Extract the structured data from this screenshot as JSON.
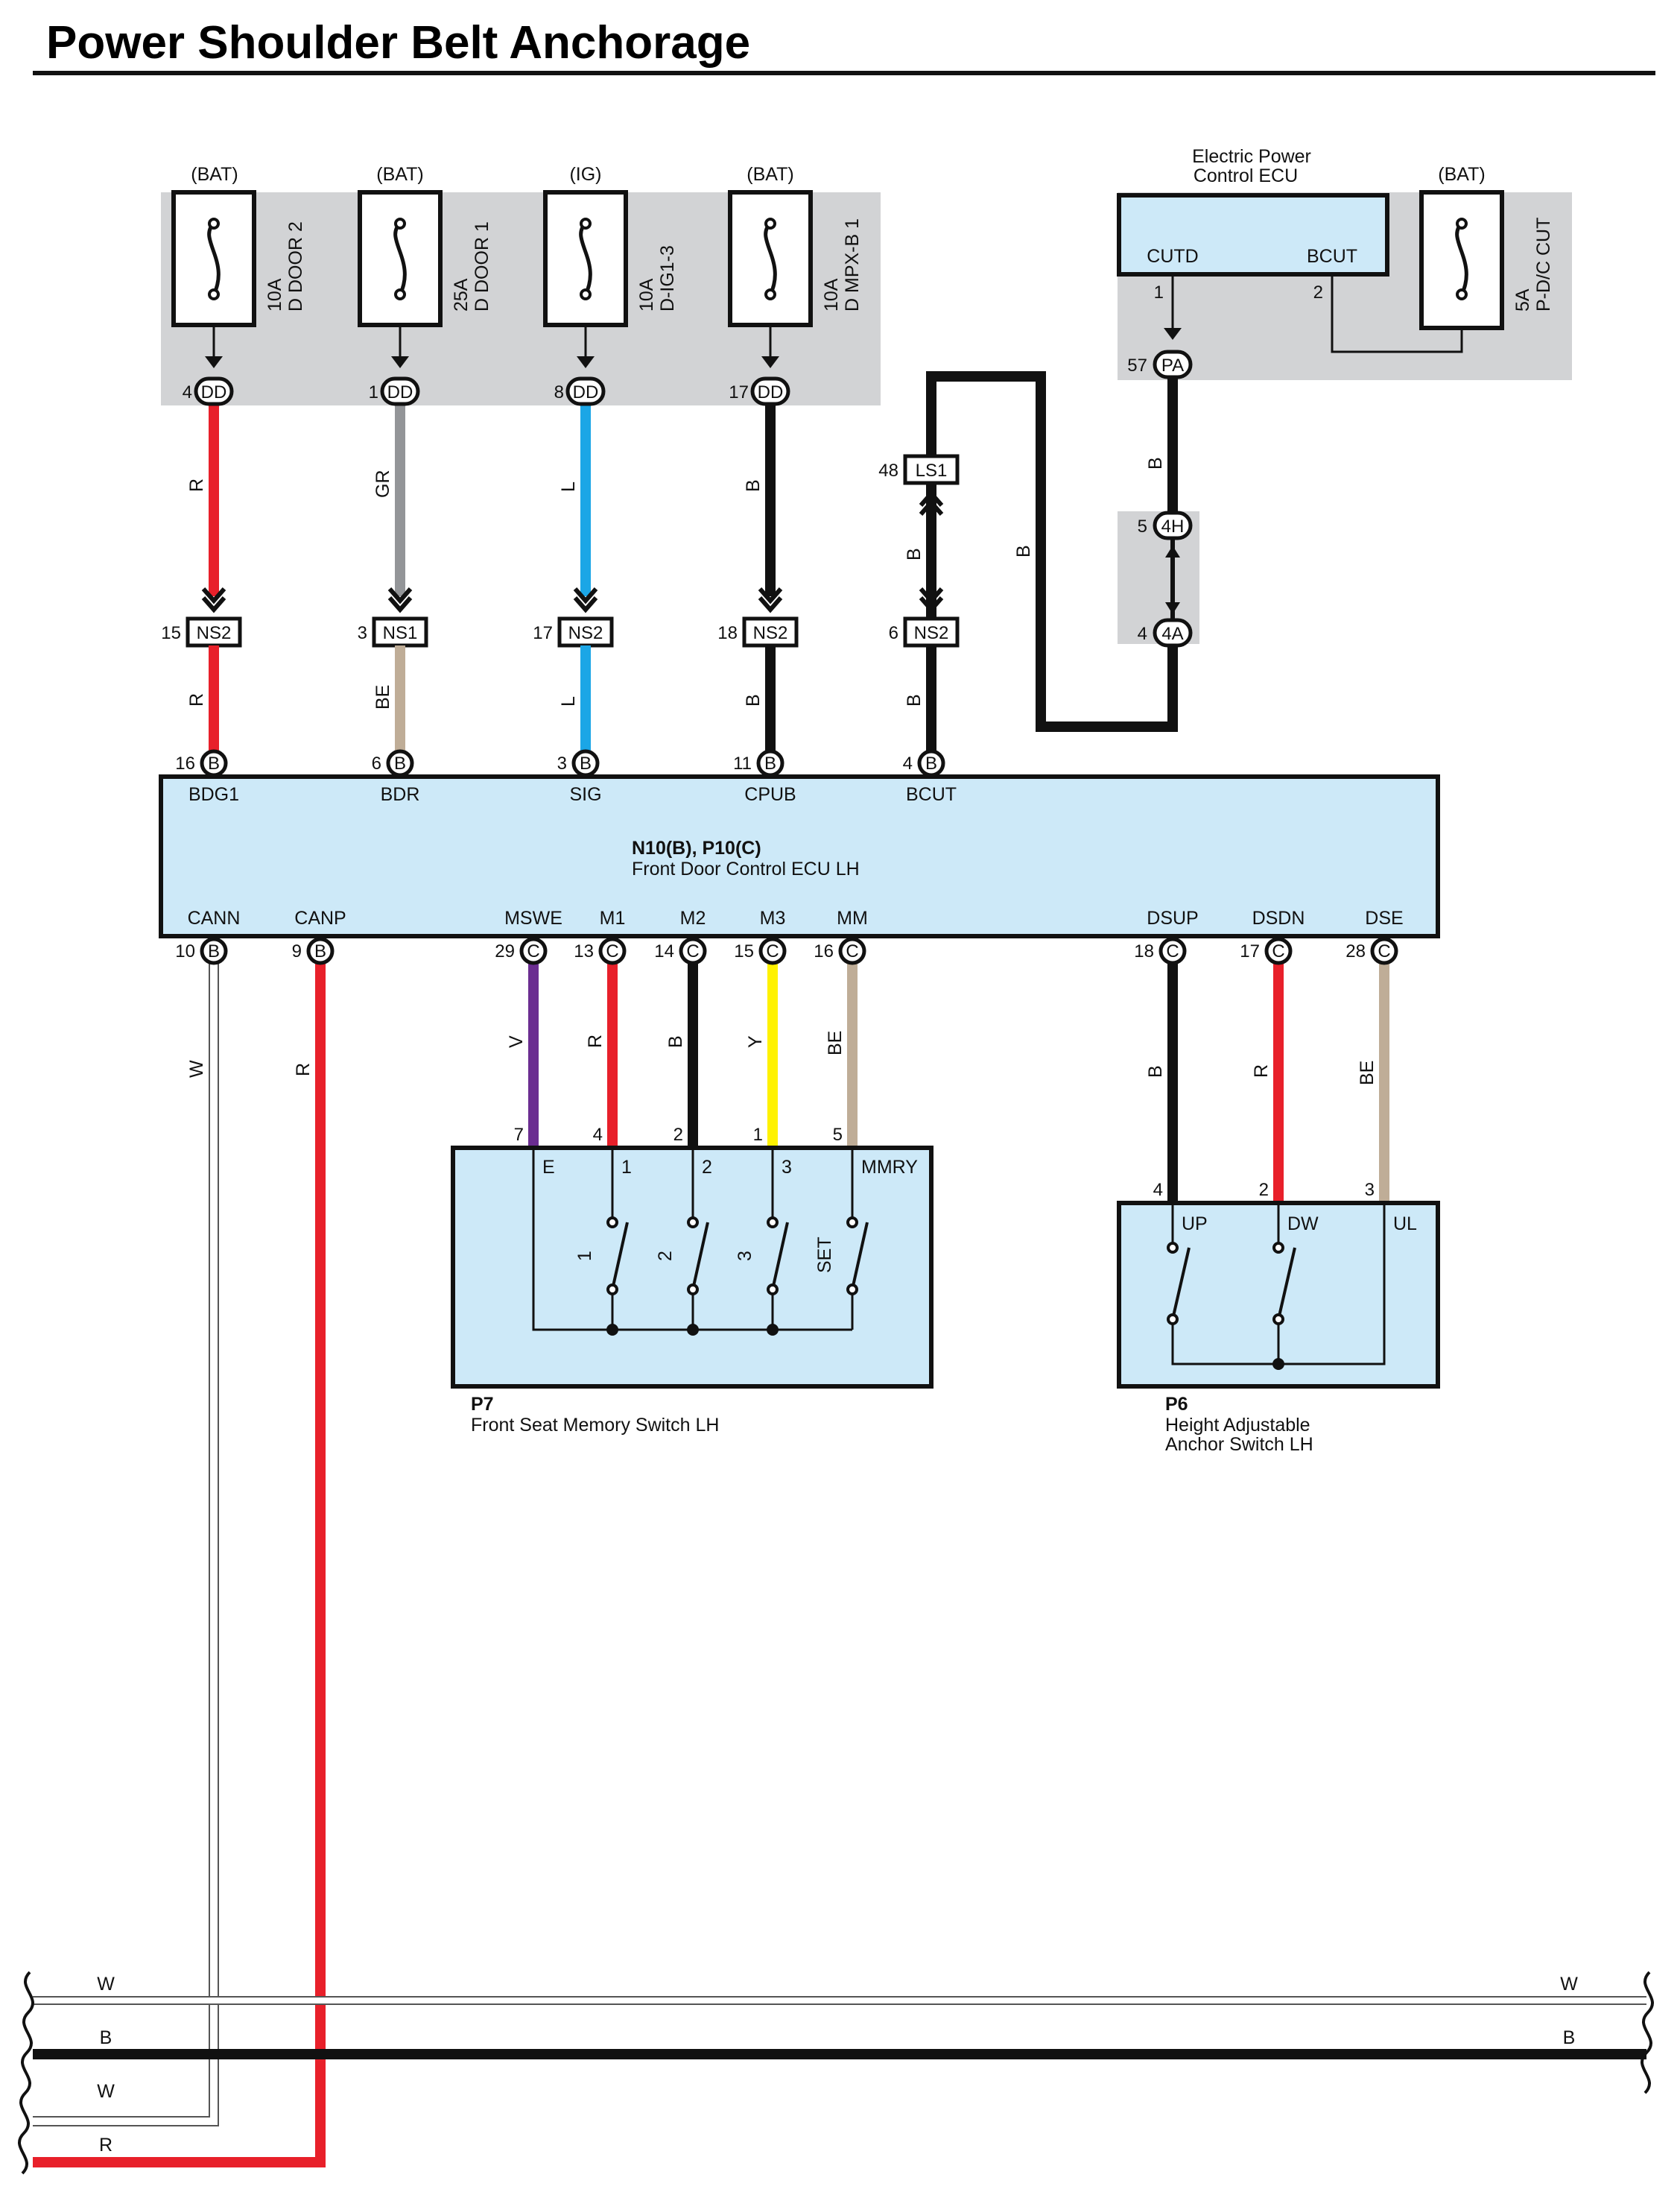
{
  "title": "Power Shoulder Belt Anchorage",
  "fuses": [
    {
      "supply": "(BAT)",
      "rating": "10A",
      "name": "D DOOR 2",
      "pin": "4",
      "conn": "DD"
    },
    {
      "supply": "(BAT)",
      "rating": "25A",
      "name": "D DOOR 1",
      "pin": "1",
      "conn": "DD"
    },
    {
      "supply": "(IG)",
      "rating": "10A",
      "name": "D-IG1-3",
      "pin": "8",
      "conn": "DD"
    },
    {
      "supply": "(BAT)",
      "rating": "10A",
      "name": "D MPX-B 1",
      "pin": "17",
      "conn": "DD"
    },
    {
      "supply": "(BAT)",
      "rating": "5A",
      "name": "P-D/C CUT"
    }
  ],
  "upper_wires": [
    {
      "color_code": "R",
      "color": "#e8202a"
    },
    {
      "color_code": "GR",
      "color": "#939598"
    },
    {
      "color_code": "L",
      "color": "#1ba6e6"
    },
    {
      "color_code": "B",
      "color": "#111111"
    },
    {
      "color_code": "B",
      "color": "#111111"
    }
  ],
  "inline_connectors": [
    {
      "pin": "15",
      "name": "NS2"
    },
    {
      "pin": "3",
      "name": "NS1"
    },
    {
      "pin": "17",
      "name": "NS2"
    },
    {
      "pin": "18",
      "name": "NS2"
    },
    {
      "pin": "6",
      "name": "NS2"
    },
    {
      "pin": "48",
      "name": "LS1"
    },
    {
      "pin": "57",
      "name": "PA"
    },
    {
      "pin": "5",
      "name": "4H"
    },
    {
      "pin": "4",
      "name": "4A"
    }
  ],
  "lower_wires": [
    {
      "color_code": "R",
      "color": "#e8202a"
    },
    {
      "color_code": "BE",
      "color": "#bfad97"
    },
    {
      "color_code": "L",
      "color": "#1ba6e6"
    },
    {
      "color_code": "B",
      "color": "#111111"
    },
    {
      "color_code": "B",
      "color": "#111111"
    }
  ],
  "loop_wire": {
    "color_code": "B"
  },
  "epc_ecu": {
    "title_line1": "Electric Power",
    "title_line2": "Control ECU",
    "terminals": [
      {
        "name": "CUTD",
        "pin": "1"
      },
      {
        "name": "BCUT",
        "pin": "2"
      }
    ]
  },
  "main_ecu": {
    "connectors": "N10(B), P10(C)",
    "name": "Front Door Control ECU LH",
    "top_terminals": [
      {
        "pin": "16",
        "conn": "B",
        "name": "BDG1"
      },
      {
        "pin": "6",
        "conn": "B",
        "name": "BDR"
      },
      {
        "pin": "3",
        "conn": "B",
        "name": "SIG"
      },
      {
        "pin": "11",
        "conn": "B",
        "name": "CPUB"
      },
      {
        "pin": "4",
        "conn": "B",
        "name": "BCUT"
      }
    ],
    "bottom_terminals": [
      {
        "pin": "10",
        "conn": "B",
        "name": "CANN",
        "wire": "W",
        "color": "#ffffff"
      },
      {
        "pin": "9",
        "conn": "B",
        "name": "CANP",
        "wire": "R",
        "color": "#e8202a"
      },
      {
        "pin": "29",
        "conn": "C",
        "name": "MSWE",
        "wire": "V",
        "color": "#6b2d91"
      },
      {
        "pin": "13",
        "conn": "C",
        "name": "M1",
        "wire": "R",
        "color": "#e8202a"
      },
      {
        "pin": "14",
        "conn": "C",
        "name": "M2",
        "wire": "B",
        "color": "#111111"
      },
      {
        "pin": "15",
        "conn": "C",
        "name": "M3",
        "wire": "Y",
        "color": "#fff200"
      },
      {
        "pin": "16",
        "conn": "C",
        "name": "MM",
        "wire": "BE",
        "color": "#bfad97"
      },
      {
        "pin": "18",
        "conn": "C",
        "name": "DSUP",
        "wire": "B",
        "color": "#111111"
      },
      {
        "pin": "17",
        "conn": "C",
        "name": "DSDN",
        "wire": "R",
        "color": "#e8202a"
      },
      {
        "pin": "28",
        "conn": "C",
        "name": "DSE",
        "wire": "BE",
        "color": "#bfad97"
      }
    ]
  },
  "memory_switch": {
    "code": "P7",
    "name": "Front Seat Memory Switch LH",
    "pins": [
      "7",
      "4",
      "2",
      "1",
      "5"
    ],
    "terminals": [
      "E",
      "1",
      "2",
      "3",
      "MMRY"
    ],
    "switch_labels": [
      "1",
      "2",
      "3",
      "SET"
    ]
  },
  "anchor_switch": {
    "code": "P6",
    "name_line1": "Height Adjustable",
    "name_line2": "Anchor Switch LH",
    "pins": [
      "4",
      "2",
      "3"
    ],
    "terminals": [
      "UP",
      "DW",
      "UL"
    ]
  },
  "bus": {
    "left_labels": [
      "W",
      "B",
      "W",
      "R"
    ],
    "right_labels": [
      "W",
      "B"
    ]
  }
}
